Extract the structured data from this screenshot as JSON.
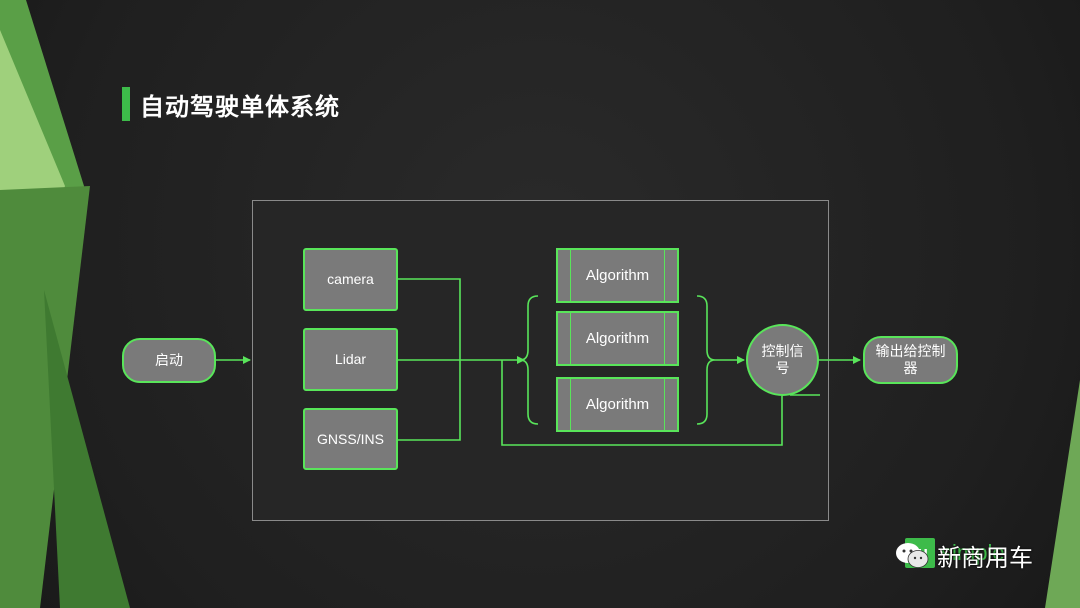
{
  "title": "自动驾驶单体系统",
  "start_node": "启动",
  "sensors": [
    {
      "label": "camera"
    },
    {
      "label": "Lidar"
    },
    {
      "label": "GNSS/INS"
    }
  ],
  "algorithms": [
    {
      "label": "Algorithm"
    },
    {
      "label": "Algorithm"
    },
    {
      "label": "Algorithm"
    }
  ],
  "control_signal": "控制信号",
  "output_node": "输出给控制器",
  "logo": {
    "mark": "tu",
    "text": "simple"
  },
  "watermark": "新商用车",
  "colors": {
    "accent": "#59e55a",
    "node_fill": "#7a7a7a",
    "background": "#232323"
  }
}
